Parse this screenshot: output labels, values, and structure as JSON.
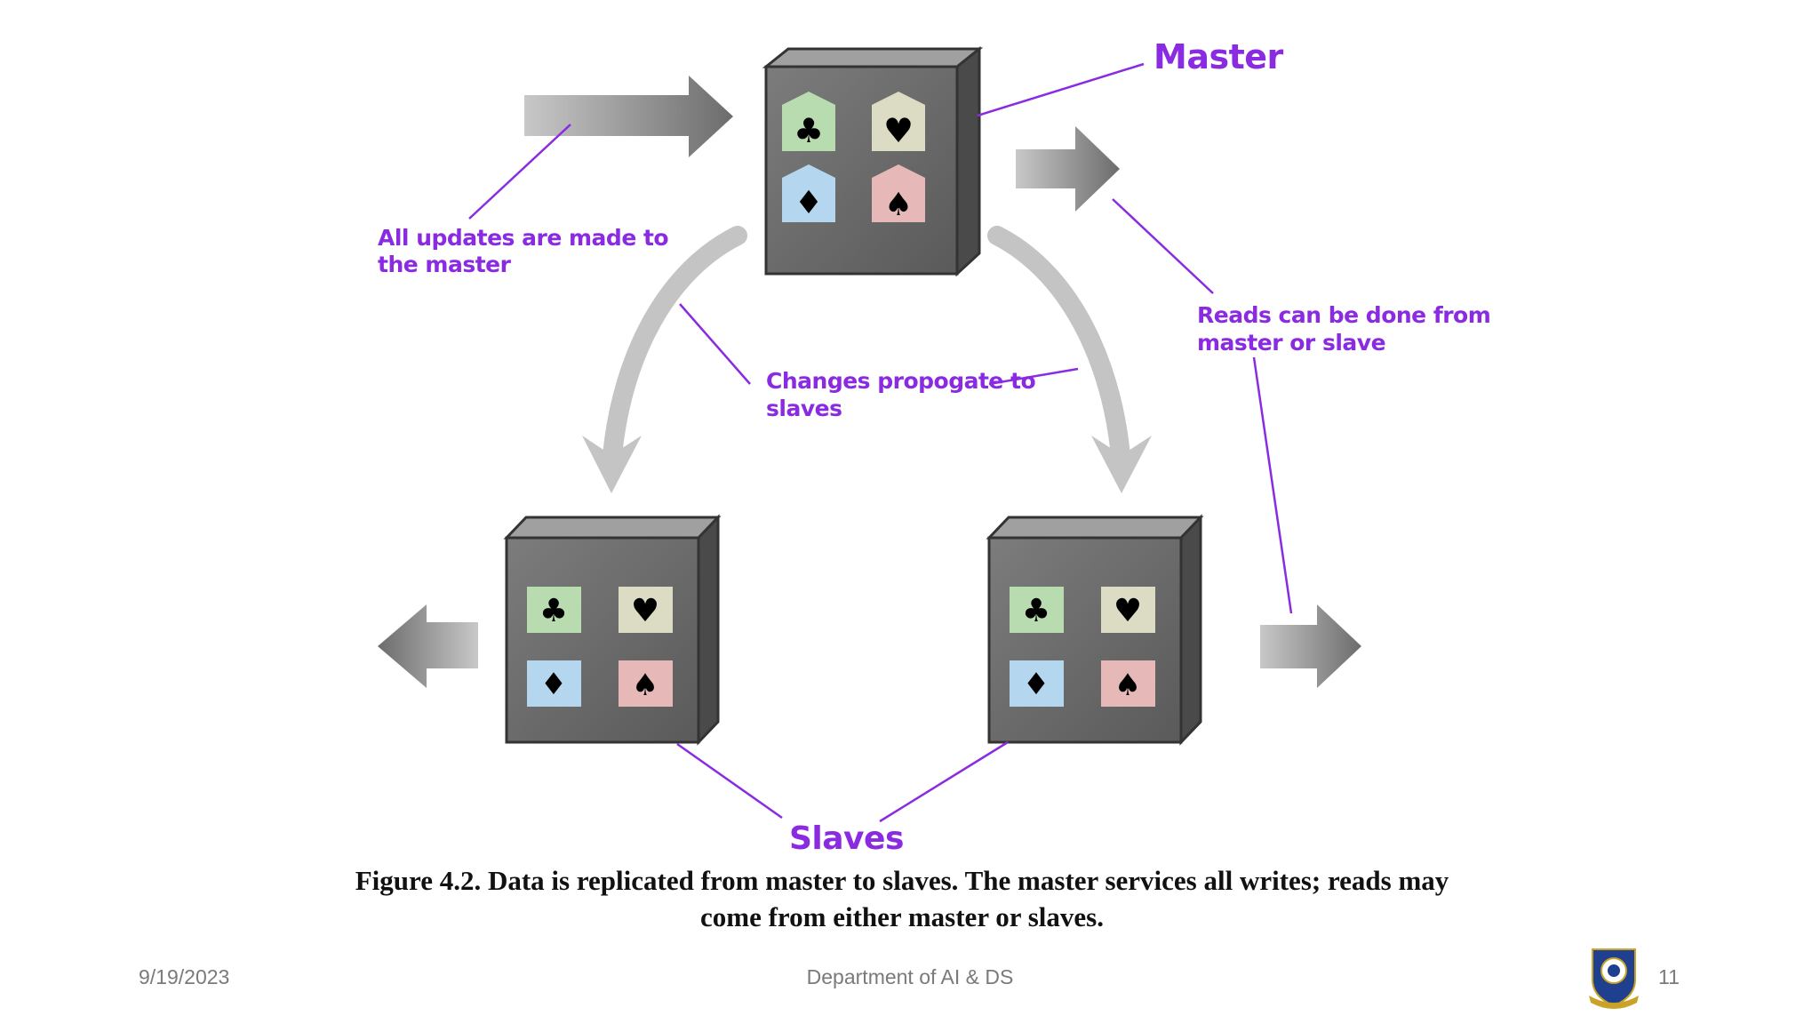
{
  "labels": {
    "master": "Master",
    "all_updates_line1": "All updates are made to",
    "all_updates_line2": "the master",
    "reads_line1": "Reads can be done from",
    "reads_line2": "master or slave",
    "changes_line1": "Changes propogate to",
    "changes_line2": "slaves",
    "slaves": "Slaves"
  },
  "suits": {
    "club": "♣",
    "heart": "♥",
    "diamond": "♦",
    "spade": "♠"
  },
  "caption": {
    "line1": "Figure 4.2. Data is replicated from master to slaves. The master services all writes; reads may",
    "line2": "come from either master or slaves."
  },
  "footer": {
    "date": "9/19/2023",
    "department": "Department of AI & DS",
    "page": "11"
  },
  "colors": {
    "label_purple": "#8a2be2",
    "tile_green": "#b8dcb0",
    "tile_cream": "#dcdcc4",
    "tile_blue": "#b4d6ee",
    "tile_pink": "#e6b8b8",
    "server_gray": "#6e6e6e"
  }
}
